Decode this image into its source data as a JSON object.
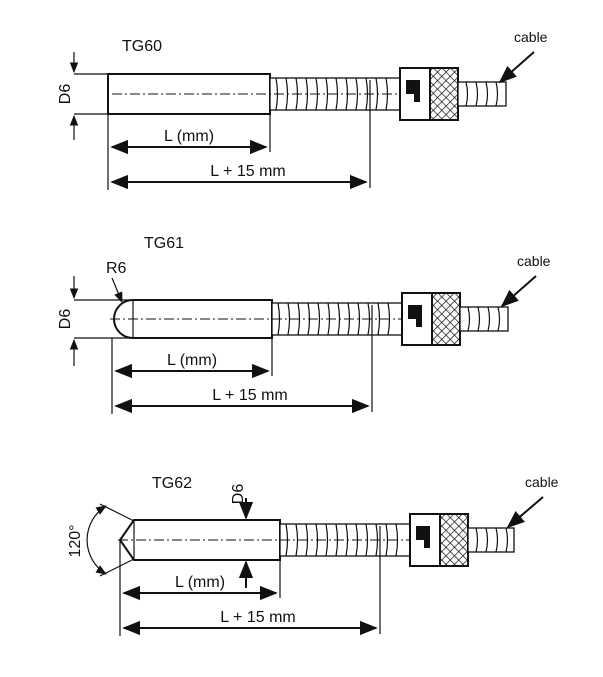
{
  "diagrams": [
    {
      "model": "TG60",
      "diameter_label": "D6",
      "tip": "flat",
      "length_label": "L (mm)",
      "total_length_label": "L + 15 mm",
      "cable_label": "cable"
    },
    {
      "model": "TG61",
      "diameter_label": "D6",
      "tip": "rounded",
      "radius_label": "R6",
      "length_label": "L (mm)",
      "total_length_label": "L + 15 mm",
      "cable_label": "cable"
    },
    {
      "model": "TG62",
      "diameter_label": "D6",
      "tip": "conical",
      "angle_label": "120°",
      "length_label": "L (mm)",
      "total_length_label": "L + 15 mm",
      "cable_label": "cable"
    }
  ]
}
